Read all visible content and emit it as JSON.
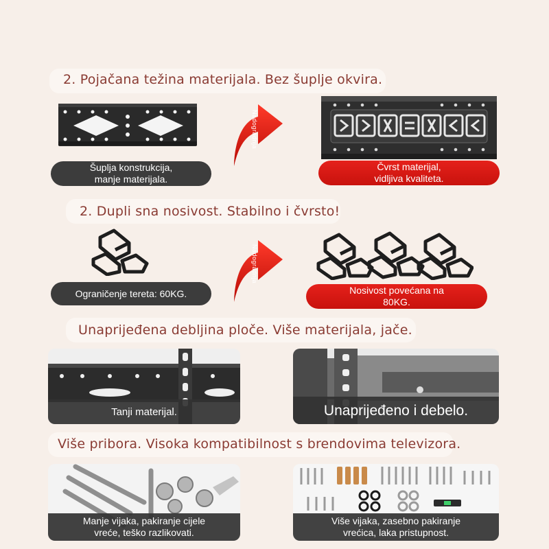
{
  "section1": {
    "heading": "2. Pojačana težina materijala. Bez šuplje okvira.",
    "left_caption": "Šuplja konstrukcija,\nmanje materijala.",
    "arrow_label": "Nadogradnja",
    "right_caption": "Čvrst materijal,\nvidljiva kvaliteta."
  },
  "section2": {
    "heading": "2. Dupli sna nosivost. Stabilno i čvrsto!",
    "left_caption": "Ograničenje tereta: 60KG.",
    "arrow_label": "Nadogradnja",
    "right_caption": "Nosivost povećana na\n80KG."
  },
  "section3": {
    "heading": "Unaprijeđena debljina ploče. Više materijala, jače.",
    "left_caption": "Tanji materijal.",
    "right_caption": "Unaprijeđeno i debelo."
  },
  "section4": {
    "heading": "Više pribora. Visoka kompatibilnost s brendovima televizora.",
    "left_caption": "Manje vijaka, pakiranje cijele\nvreće, teško razlikovati.",
    "right_caption": "Više vijaka, zasebno pakiranje\nvrećica, laka pristupnost."
  },
  "colors": {
    "heading": "#8a3b33",
    "accent_red": "#e5211b",
    "dark_pill": "#3c3c3c",
    "background": "#f7efe9"
  }
}
